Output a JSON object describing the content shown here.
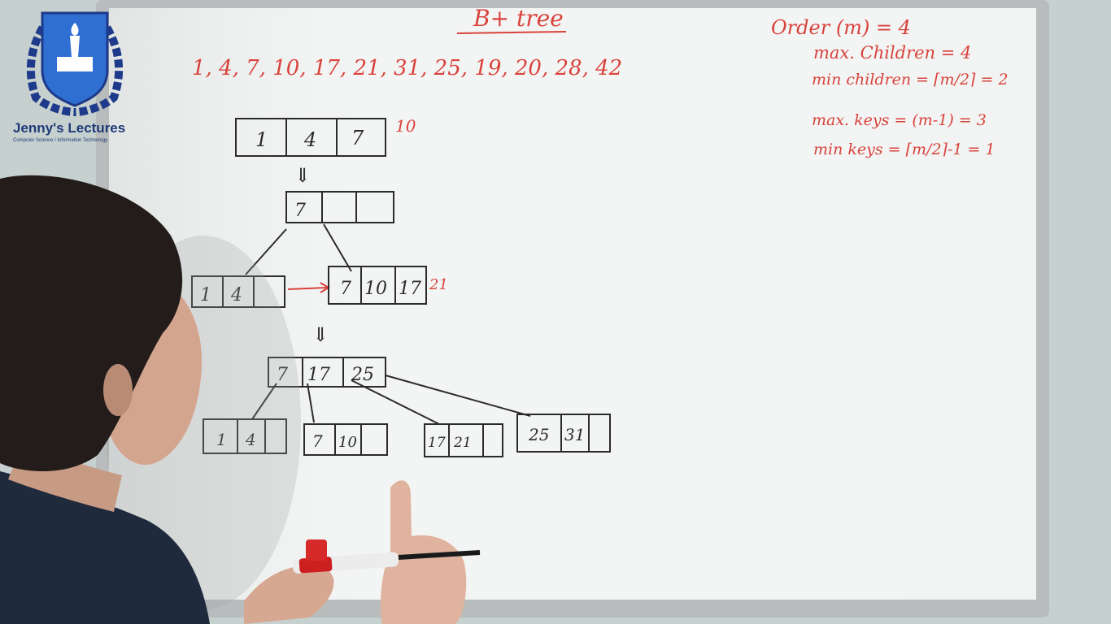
{
  "logo": {
    "name": "Jenny's Lectures",
    "tagline": "Computer Science / Information Technology"
  },
  "board": {
    "title": "B+ tree",
    "sequence": "1, 4, 7, 10, 17, 21, 31, 25, 19, 20, 28, 42",
    "notes": {
      "order": "Order (m) = 4",
      "max_children": "max. Children = 4",
      "min_children": "min children = ⌈m/2⌉ = 2",
      "max_keys": "max. keys = (m-1) = 3",
      "min_keys": "min keys = ⌈m/2⌉-1 = 1"
    },
    "step1": {
      "keys": [
        "1",
        "4",
        "7"
      ],
      "incoming": "10"
    },
    "step2": {
      "root": [
        "7",
        "",
        ""
      ],
      "left_leaf": [
        "1",
        "4",
        ""
      ],
      "right_leaf": [
        "7",
        "10",
        "17"
      ],
      "incoming": "21"
    },
    "step3": {
      "root": [
        "7",
        "17",
        "25"
      ],
      "leaves": [
        [
          "1",
          "4",
          ""
        ],
        [
          "7",
          "10",
          ""
        ],
        [
          "17",
          "21",
          ""
        ],
        [
          "25",
          "31",
          ""
        ]
      ]
    },
    "arrow_symbol": "⇓"
  }
}
